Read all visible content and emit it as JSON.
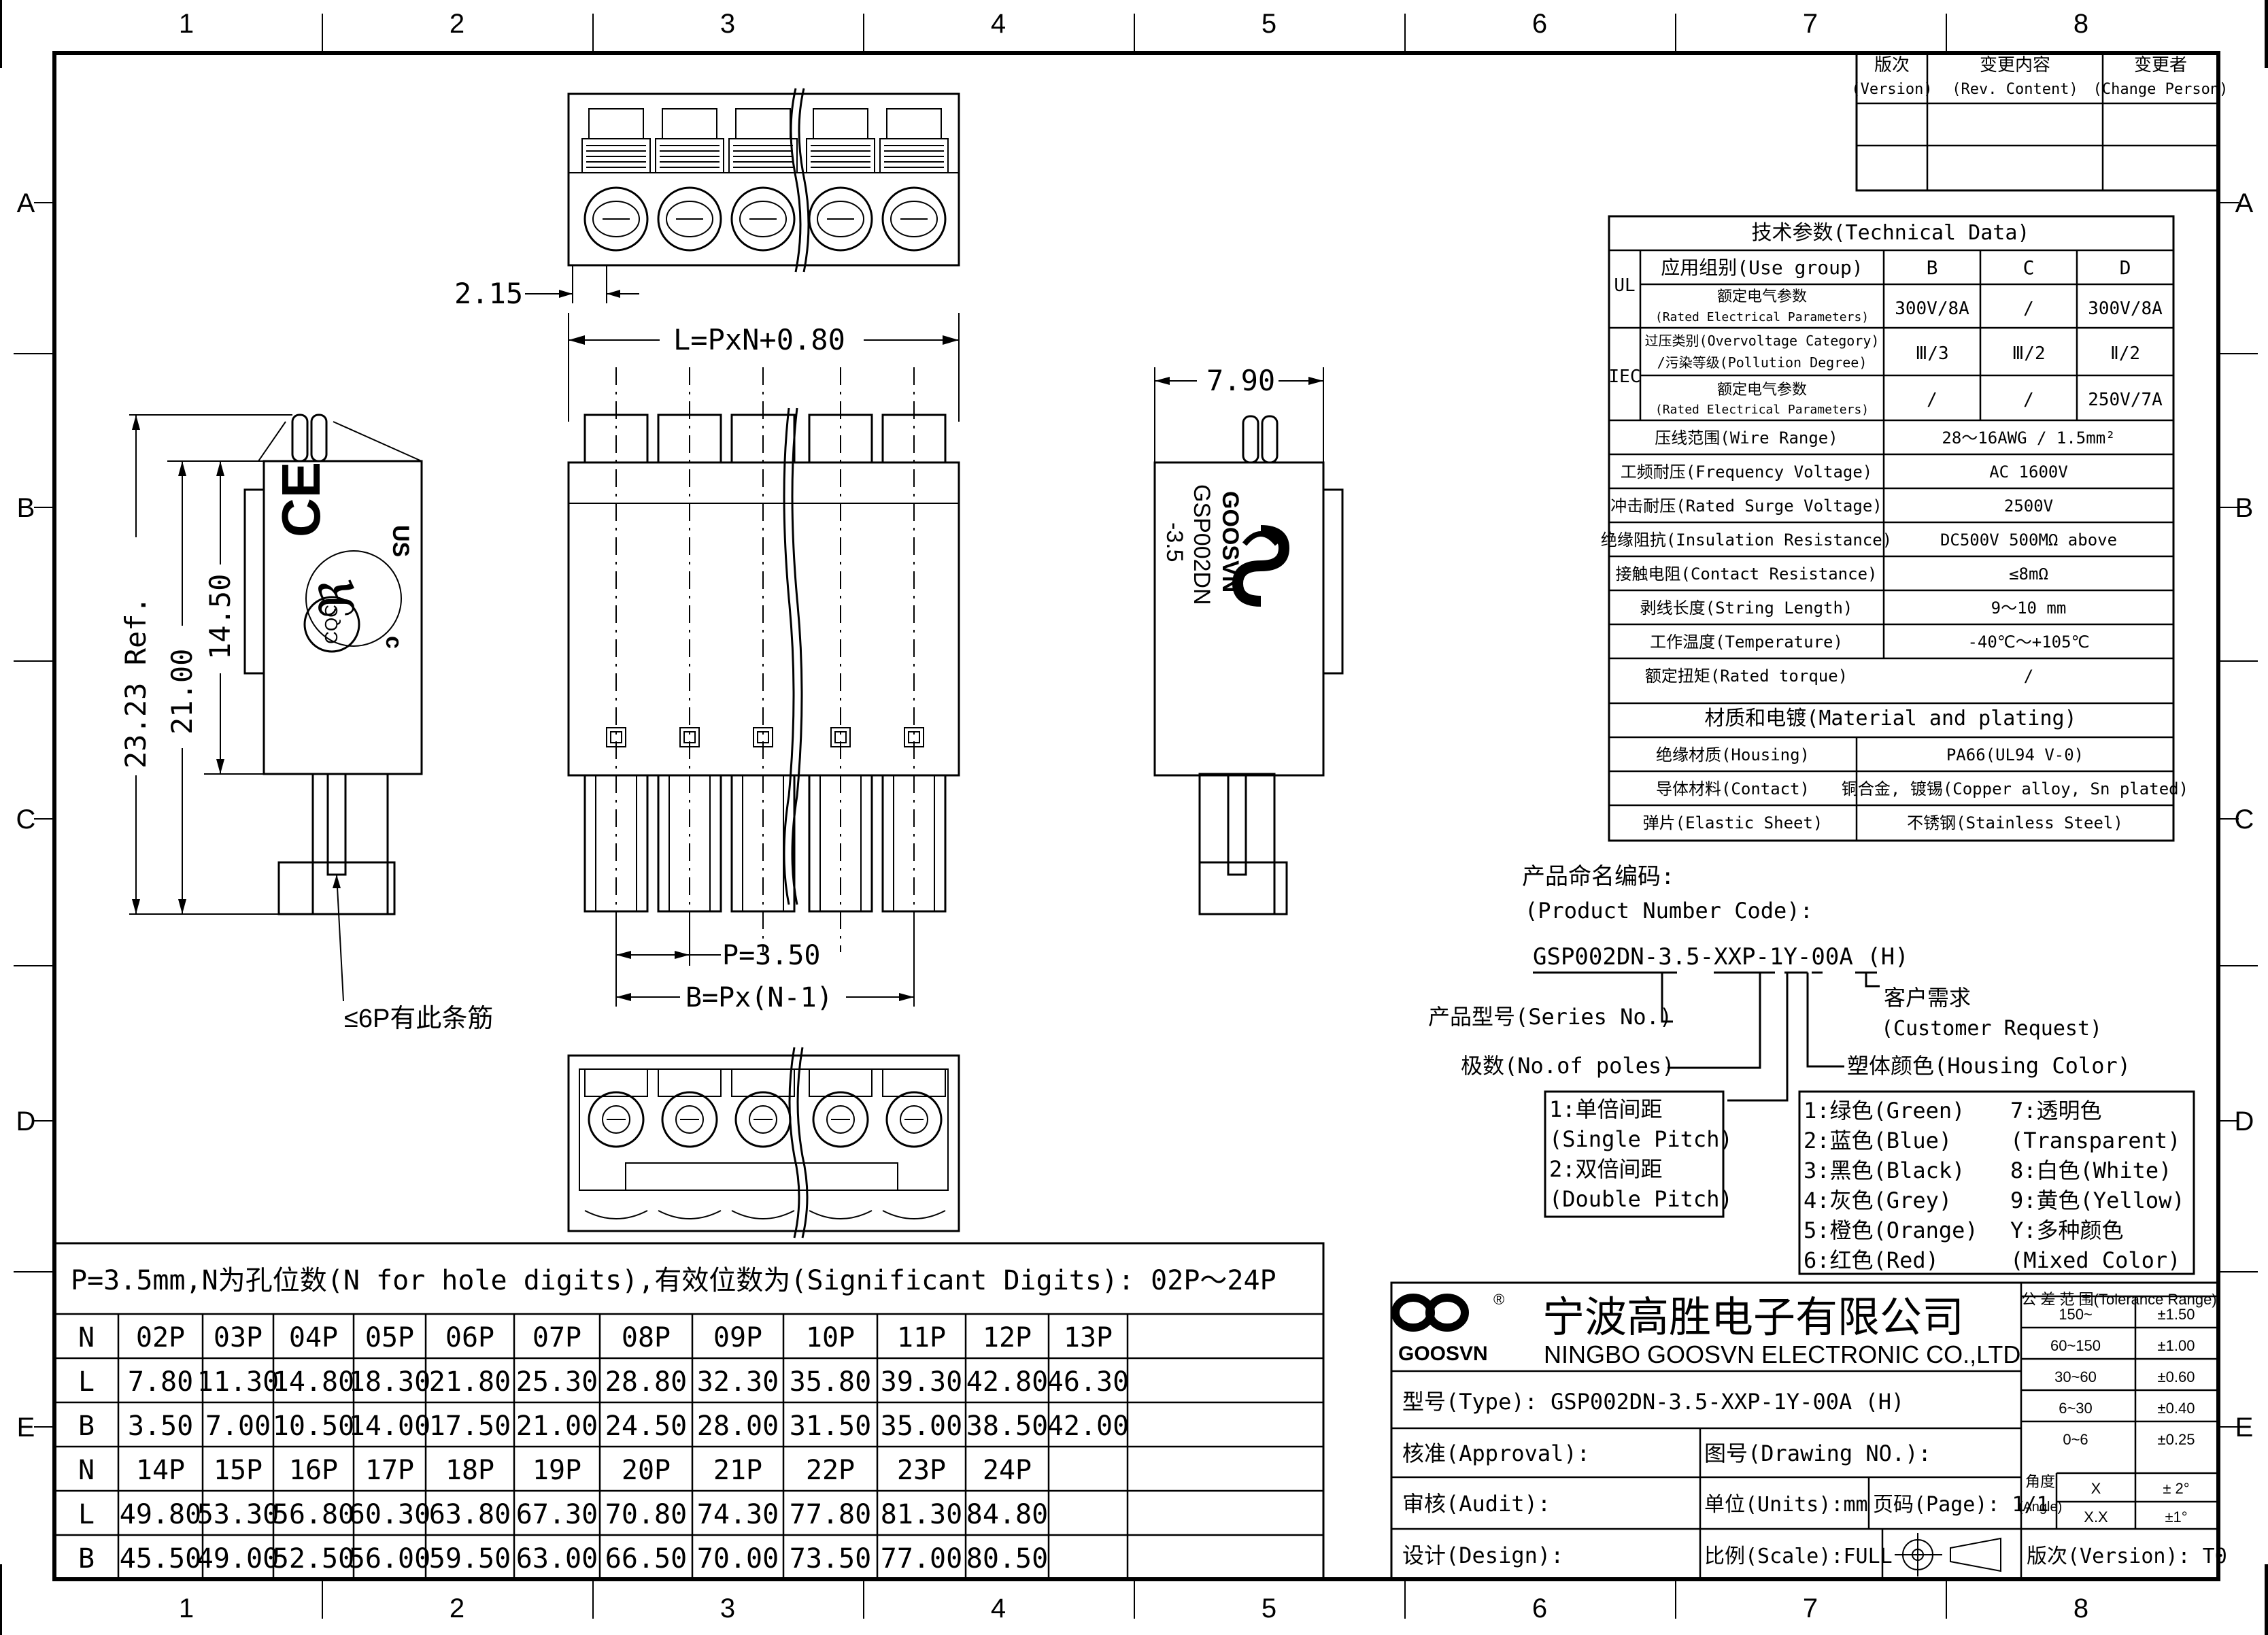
{
  "frame": {
    "columns": [
      "1",
      "2",
      "3",
      "4",
      "5",
      "6",
      "7",
      "8"
    ],
    "rows": [
      "A",
      "B",
      "C",
      "D",
      "E"
    ]
  },
  "revision_table": {
    "headers": [
      {
        "cn": "版次",
        "en": "(Version)"
      },
      {
        "cn": "变更内容",
        "en": "(Rev. Content)"
      },
      {
        "cn": "变更者",
        "en": "(Change Person)"
      }
    ]
  },
  "tech": {
    "title": "技术参数(Technical Data)",
    "use_group_label": "应用组别(Use group)",
    "groups": [
      "B",
      "C",
      "D"
    ],
    "ul_label": "UL",
    "iec_label": "IEC",
    "rows": [
      {
        "cn": "额定电气参数",
        "en": "(Rated Electrical Parameters)",
        "vals": [
          "300V/8A",
          "/",
          "300V/8A"
        ]
      },
      {
        "cn": "过压类别(Overvoltage Category)",
        "en": "/污染等级(Pollution Degree)",
        "vals": [
          "Ⅲ/3",
          "Ⅲ/2",
          "Ⅱ/2"
        ]
      },
      {
        "cn": "额定电气参数",
        "en": "(Rated Electrical Parameters)",
        "vals": [
          "/",
          "/",
          "250V/7A"
        ]
      }
    ],
    "specs": [
      {
        "label": "压线范围(Wire Range)",
        "value": "28～16AWG / 1.5mm²"
      },
      {
        "label": "工频耐压(Frequency Voltage)",
        "value": "AC 1600V"
      },
      {
        "label": "冲击耐压(Rated Surge Voltage)",
        "value": "2500V"
      },
      {
        "label": "绝缘阻抗(Insulation Resistance)",
        "value": "DC500V 500MΩ  above"
      },
      {
        "label": "接触电阻(Contact Resistance)",
        "value": "≤8mΩ"
      },
      {
        "label": "剥线长度(String Length)",
        "value": "9～10 mm"
      },
      {
        "label": "工作温度(Temperature)",
        "value": "-40℃～+105℃"
      },
      {
        "label": "额定扭矩(Rated torque)",
        "value": "/"
      }
    ],
    "material_title": "材质和电镀(Material and plating)",
    "materials": [
      {
        "label": "绝缘材质(Housing)",
        "value": "PA66(UL94 V-0)"
      },
      {
        "label": "导体材料(Contact)",
        "value": "铜合金, 镀锡(Copper alloy, Sn plated)"
      },
      {
        "label": "弹片(Elastic Sheet)",
        "value": "不锈钢(Stainless Steel)"
      }
    ]
  },
  "naming": {
    "title_cn": "产品命名编码:",
    "title_en": "(Product Number Code):",
    "code": "GSP002DN-3.5-XXP-1Y-00A (H)",
    "series": "产品型号(Series No.)",
    "poles": "极数(No.of poles)",
    "customer_cn": "客户需求",
    "customer_en": "(Customer Request)",
    "housing_color": "塑体颜色(Housing Color)",
    "pitch": [
      "1:单倍间距",
      " (Single Pitch)",
      "2:双倍间距",
      " (Double Pitch)"
    ],
    "colors_left": [
      "1:绿色(Green)",
      "2:蓝色(Blue)",
      "3:黑色(Black)",
      "4:灰色(Grey)",
      "5:橙色(Orange)",
      "6:红色(Red)"
    ],
    "colors_right": [
      "7:透明色",
      " (Transparent)",
      "8:白色(White)",
      "9:黄色(Yellow)",
      "Y:多种颜色",
      " (Mixed Color)"
    ]
  },
  "dims": {
    "d215": "2.15",
    "length": "L=PxN+0.80",
    "d790": "7.90",
    "ref": "23.23  Ref.",
    "d2100": "21.00",
    "d1450": "14.50",
    "pitch": "P=3.50",
    "bdim": "B=Px(N-1)",
    "rib_note": "≤6P有此条筋"
  },
  "marks": {
    "brand": "GOOSVN",
    "model": "GSP002DN",
    "model2": "-3.5",
    "ce": "CE",
    "cqc": "CQC",
    "c": "c",
    "us": "US"
  },
  "size_table": {
    "title": "P=3.5mm,N为孔位数(N for hole digits),有效位数为(Significant Digits): 02P～24P",
    "rows": [
      [
        "N",
        "02P",
        "03P",
        "04P",
        "05P",
        "06P",
        "07P",
        "08P",
        "09P",
        "10P",
        "11P",
        "12P",
        "13P"
      ],
      [
        "L",
        "7.80",
        "11.30",
        "14.80",
        "18.30",
        "21.80",
        "25.30",
        "28.80",
        "32.30",
        "35.80",
        "39.30",
        "42.80",
        "46.30"
      ],
      [
        "B",
        "3.50",
        "7.00",
        "10.50",
        "14.00",
        "17.50",
        "21.00",
        "24.50",
        "28.00",
        "31.50",
        "35.00",
        "38.50",
        "42.00"
      ],
      [
        "N",
        "14P",
        "15P",
        "16P",
        "17P",
        "18P",
        "19P",
        "20P",
        "21P",
        "22P",
        "23P",
        "24P",
        ""
      ],
      [
        "L",
        "49.80",
        "53.30",
        "56.80",
        "60.30",
        "63.80",
        "67.30",
        "70.80",
        "74.30",
        "77.80",
        "81.30",
        "84.80",
        ""
      ],
      [
        "B",
        "45.50",
        "49.00",
        "52.50",
        "56.00",
        "59.50",
        "63.00",
        "66.50",
        "70.00",
        "73.50",
        "77.00",
        "80.50",
        ""
      ]
    ]
  },
  "title_block": {
    "company_cn": "宁波高胜电子有限公司",
    "company_en": "NINGBO GOOSVN ELECTRONIC CO.,LTD",
    "logo_text": "GOOSVN",
    "type_label": "型号(Type): GSP002DN-3.5-XXP-1Y-00A (H)",
    "approval": "核准(Approval):",
    "drawing_no": "图号(Drawing NO.):",
    "audit": "审核(Audit):",
    "units": "单位(Units):mm",
    "page": "页码(Page): 1/1",
    "design": "设计(Design):",
    "scale": "比例(Scale):FULL",
    "version": "版次(Version): T0",
    "tolerance_title": "公 差 范 围(Tolerance Range)",
    "tolerances": [
      [
        "150~",
        "±1.50"
      ],
      [
        "60~150",
        "±1.00"
      ],
      [
        "30~60",
        "±0.60"
      ],
      [
        "6~30",
        "±0.40"
      ],
      [
        "0~6",
        "±0.25"
      ]
    ],
    "angle_cn": "角度",
    "angle_en": "(Angle)",
    "angles": [
      [
        "X",
        "± 2°"
      ],
      [
        "X.X",
        "±1°"
      ]
    ]
  }
}
